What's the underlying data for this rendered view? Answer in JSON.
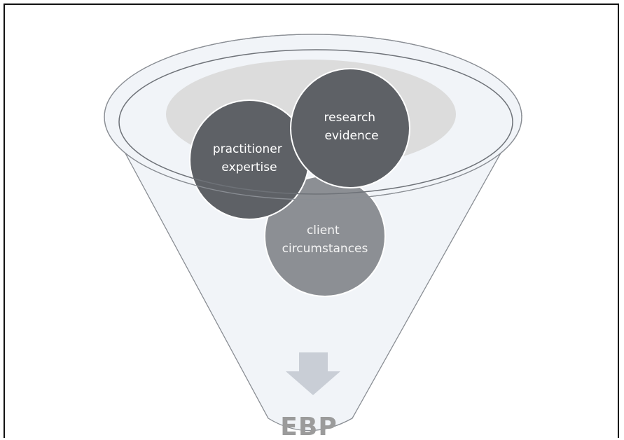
{
  "diagram": {
    "circles": [
      {
        "id": "practitioner",
        "lines": [
          "practitioner",
          "expertise"
        ]
      },
      {
        "id": "research",
        "lines": [
          "research",
          "evidence"
        ]
      },
      {
        "id": "client",
        "lines": [
          "client",
          "circumstances"
        ]
      }
    ],
    "output_label": "EBP",
    "colors": {
      "funnel_fill": "#f1f4f8",
      "funnel_stroke": "#8a8e94",
      "back_shadow": "#dcdcdc",
      "dark_circle": "#5e6166",
      "client_circle": "#8c8f94",
      "arrow": "#c9ced6",
      "output_text": "#9b9b9b"
    }
  }
}
